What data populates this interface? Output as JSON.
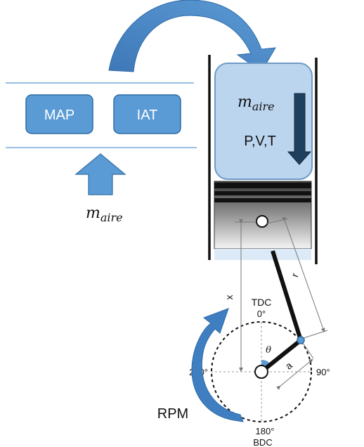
{
  "intake": {
    "sensors": [
      {
        "label": "MAP"
      },
      {
        "label": "IAT"
      }
    ],
    "air_mass": {
      "symbol": "m",
      "subscript": "aire"
    }
  },
  "cylinder": {
    "air_mass": {
      "symbol": "m",
      "subscript": "aire"
    },
    "state_label": "P,V,T"
  },
  "crank": {
    "tdc_label": "TDC",
    "tdc_angle": "0°",
    "bdc_angle": "180°",
    "bdc_label": "BDC",
    "left_angle": "270°",
    "right_angle": "90°",
    "theta_label": "θ",
    "crank_radius_label": "a",
    "rod_length_label": "r",
    "piston_position_label": "x",
    "speed_label": "RPM"
  },
  "colors": {
    "box_fill": "#5b9bd5",
    "box_border": "#2e6da4",
    "chamber_fill": "#bcd5ef",
    "chamber_border": "#6e9bc6",
    "arrow_fill": "#3f7fc1",
    "dark_arrow": "#1f3f5f",
    "theta_wedge": "#5b9bd5"
  }
}
